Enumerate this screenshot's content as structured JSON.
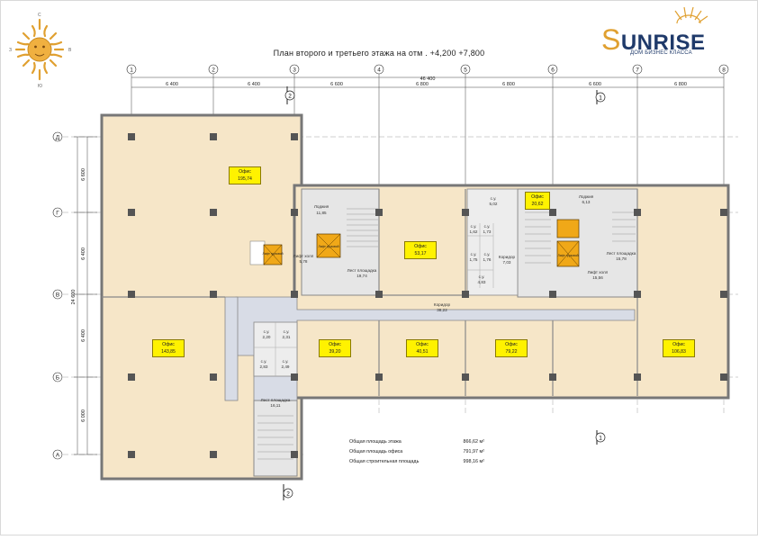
{
  "title": "План второго и третьего этажа на отм . +4,200  +7,800",
  "brand": {
    "name_rest": "UNRISE",
    "name_initial": "S",
    "tagline": "ДОМ БИЗНЕС КЛАССА"
  },
  "compass": {
    "n": "С",
    "s": "Ю",
    "w": "З",
    "e": "В"
  },
  "axes_numbers": [
    "1",
    "2",
    "3",
    "4",
    "5",
    "6",
    "7",
    "8"
  ],
  "axes_letters": [
    "Д",
    "Г",
    "В",
    "Б",
    "А"
  ],
  "dims_top": [
    "6 400",
    "6 400",
    "6 600",
    "6 800",
    "6 800",
    "6 600",
    "6 800"
  ],
  "dim_total": "46 400",
  "dims_left": [
    "6 600",
    "6 400",
    "6 400",
    "6 000"
  ],
  "dim_left_total": "24 600",
  "section_marks": [
    "2",
    "1"
  ],
  "offices": [
    {
      "name": "Офис",
      "area": "195,74"
    },
    {
      "name": "Офис",
      "area": "143,85"
    },
    {
      "name": "Офис",
      "area": "53,17"
    },
    {
      "name": "Офис",
      "area": "39,20"
    },
    {
      "name": "Офис",
      "area": "40,51"
    },
    {
      "name": "Офис",
      "area": "79,22"
    },
    {
      "name": "Офис",
      "area": "106,83"
    },
    {
      "name": "Офис",
      "area": "20,62"
    }
  ],
  "rooms": [
    {
      "label": "Лоджия",
      "area": "11,85"
    },
    {
      "label": "Лифт холл",
      "area": "5,78"
    },
    {
      "label": "Лест площадка",
      "area": "19,74"
    },
    {
      "label": "Коридор",
      "area": "38,22"
    },
    {
      "label": "Коридор",
      "area": "7,03"
    },
    {
      "label": "с.у.",
      "area": "5,02"
    },
    {
      "label": "Лоджия",
      "area": "6,13"
    },
    {
      "label": "Лест площадка",
      "area": "15,78"
    },
    {
      "label": "Лифт холл",
      "area": "15,56"
    },
    {
      "label": "Лест площадка",
      "area": "16,11"
    },
    {
      "label": "с.у.",
      "area": "2,20"
    },
    {
      "label": "с.у.",
      "area": "2,31"
    },
    {
      "label": "с.у.",
      "area": "2,83"
    },
    {
      "label": "с.у.",
      "area": "2,49"
    },
    {
      "label": "с.у.",
      "area": "1,62"
    },
    {
      "label": "с.у.",
      "area": "1,73"
    },
    {
      "label": "с.у.",
      "area": "1,75"
    },
    {
      "label": "с.у.",
      "area": "1,76"
    },
    {
      "label": "с.у.",
      "area": "4,83"
    }
  ],
  "lift_label": "Лифт грузовой",
  "stats": [
    {
      "label": "Общая площадь этажа",
      "value": "866,62 м²"
    },
    {
      "label": "Общая площадь офиса",
      "value": "791,97 м²"
    },
    {
      "label": "Общая строительная площадь",
      "value": "998,16 м²"
    }
  ],
  "colors": {
    "office_fill": "#f6e6c8",
    "label_bg": "#fff200",
    "wall": "#888888",
    "column": "#555555",
    "corridor": "#d8dce6",
    "brand": "#1f3a6a",
    "sun": "#e0a030"
  }
}
